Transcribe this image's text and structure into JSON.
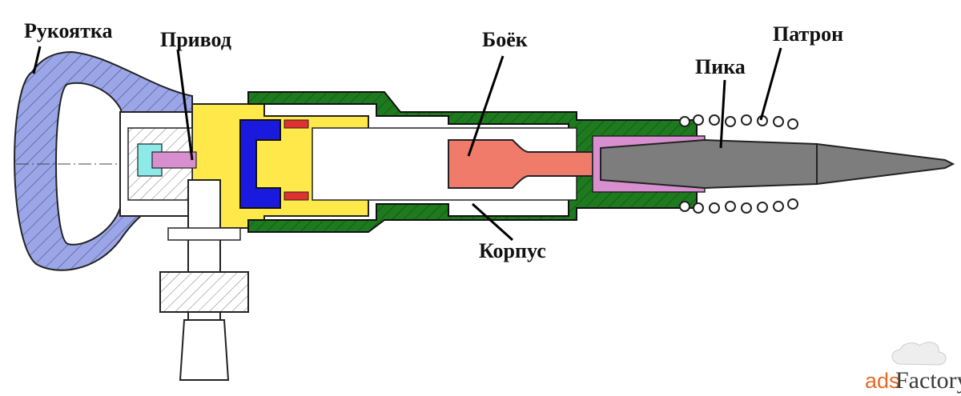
{
  "labels": {
    "handle": "Рукоятка",
    "drive": "Привод",
    "striker": "Боёк",
    "chuck": "Патрон",
    "pike": "Пика",
    "body": "Корпус"
  },
  "watermark": {
    "ads": "ads",
    "factory": "Factory"
  },
  "colors": {
    "handle": "#9aa6e8",
    "body": "#1e7a1e",
    "yellow": "#ffe94a",
    "blue_piston": "#1a1adf",
    "striker": "#f07b6a",
    "pink": "#d88fd0",
    "gray_pike": "#7d7d7d",
    "cyan": "#8ee9e9",
    "red_valve": "#e03030"
  }
}
